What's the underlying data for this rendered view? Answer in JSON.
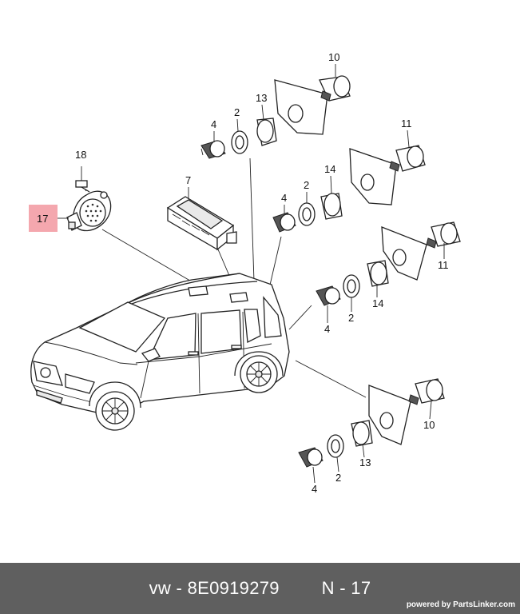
{
  "labels": {
    "l10a": "10",
    "l13a": "13",
    "l2a": "2",
    "l4a": "4",
    "l11a": "11",
    "l14a": "14",
    "l2b": "2",
    "l4b": "4",
    "l7": "7",
    "l18": "18",
    "l17": "17",
    "l11b": "11",
    "l14b": "14",
    "l2c": "2",
    "l4c": "4",
    "l10b": "10",
    "l13b": "13",
    "l2d": "2",
    "l4d": "4"
  },
  "colors": {
    "highlight": "#f4a7ae",
    "footer_bg": "#5f5f5f"
  },
  "footer": {
    "brand": "vw",
    "part_number": "8E0919279",
    "position_label": "N - 17",
    "powered_by": "powered by PartsLinker.com"
  }
}
